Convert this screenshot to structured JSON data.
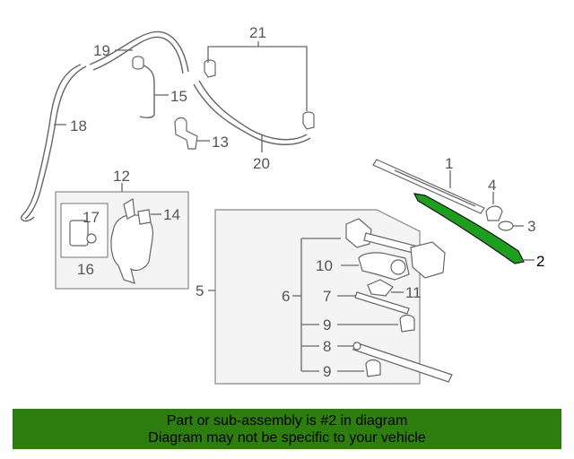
{
  "diagram": {
    "callouts": {
      "c1": "1",
      "c2": "2",
      "c3": "3",
      "c4": "4",
      "c5": "5",
      "c6": "6",
      "c7": "7",
      "c8": "8",
      "c9a": "9",
      "c9b": "9",
      "c10": "10",
      "c11": "11",
      "c12": "12",
      "c13": "13",
      "c14": "14",
      "c15": "15",
      "c16": "16",
      "c17": "17",
      "c18": "18",
      "c19": "19",
      "c20": "20",
      "c21": "21"
    },
    "highlight_color": "#1e9e1e"
  },
  "banner": {
    "line1": "Part or sub-assembly is #2 in diagram",
    "line2": "Diagram may not be specific to your vehicle",
    "background": "#2e7d0f"
  }
}
